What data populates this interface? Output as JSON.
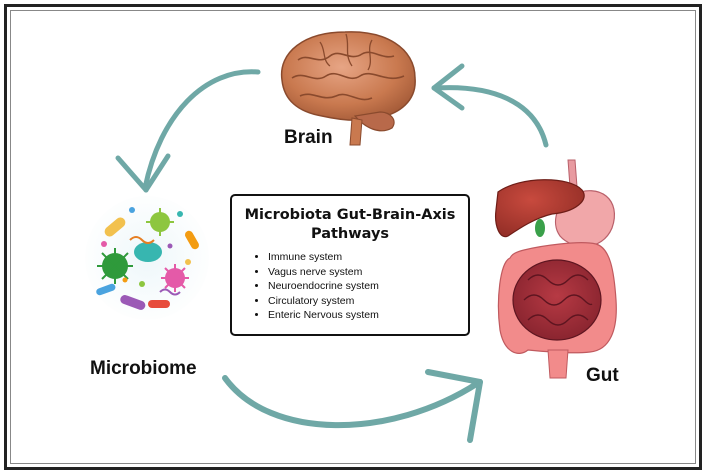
{
  "diagram": {
    "title": "Microbiota Gut-Brain-Axis Pathways",
    "pathways": [
      "Immune system",
      "Vagus nerve system",
      "Neuroendocrine system",
      "Circulatory system",
      "Enteric Nervous system"
    ],
    "nodes": {
      "brain": "Brain",
      "gut": "Gut",
      "microbiome": "Microbiome"
    },
    "colors": {
      "arrow": "#6fa8a6",
      "border": "#222222"
    }
  }
}
